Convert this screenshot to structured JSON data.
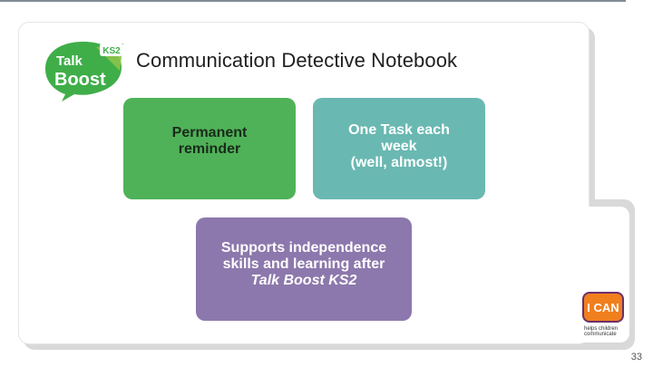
{
  "slide": {
    "title": "Communication Detective Notebook",
    "logo": {
      "line1": "Talk",
      "line2": "Boost",
      "badge": "KS2",
      "icon": "speech-bubble-logo"
    },
    "boxes": {
      "permanent": {
        "line1": "Permanent",
        "line2": "reminder",
        "color": "#4fb258"
      },
      "task": {
        "line1": "One Task each",
        "line2": "week",
        "line3": "(well, almost!)",
        "color": "#6ab8b2"
      },
      "supports": {
        "line1": "Supports independence",
        "line2": "skills and learning after",
        "line3": "Talk Boost KS2",
        "color": "#8c78ac"
      }
    },
    "ican": {
      "label": "I CAN",
      "tagline": "helps children communicate",
      "color": "#f07f1e"
    },
    "page_number": "33"
  }
}
